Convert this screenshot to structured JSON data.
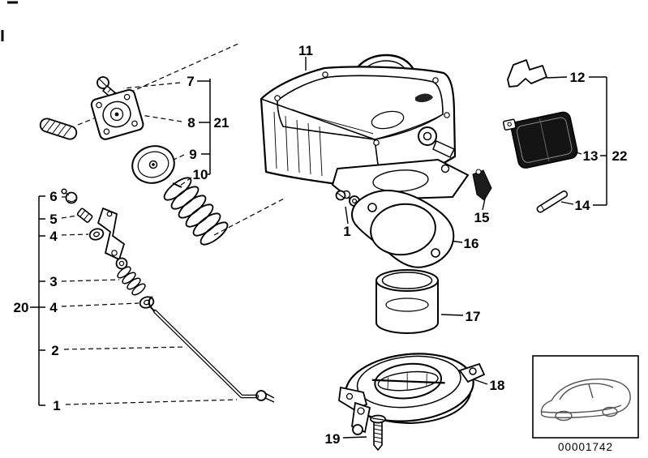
{
  "diagram": {
    "image_code": "00001742",
    "colors": {
      "background": "#ffffff",
      "line": "#000000",
      "float_fill": "#141414",
      "car_sketch": "#555555"
    },
    "callouts": {
      "c1_body": "1",
      "c1_rod": "1",
      "c2": "2",
      "c3": "3",
      "c4_upper": "4",
      "c4_lower": "4",
      "c5": "5",
      "c6": "6",
      "c7": "7",
      "c8": "8",
      "c9": "9",
      "c10": "10",
      "c11": "11",
      "c12": "12",
      "c13": "13",
      "c14": "14",
      "c15": "15",
      "c16": "16",
      "c17": "17",
      "c18": "18",
      "c19": "19",
      "c20": "20",
      "c21": "21",
      "c22": "22"
    }
  }
}
